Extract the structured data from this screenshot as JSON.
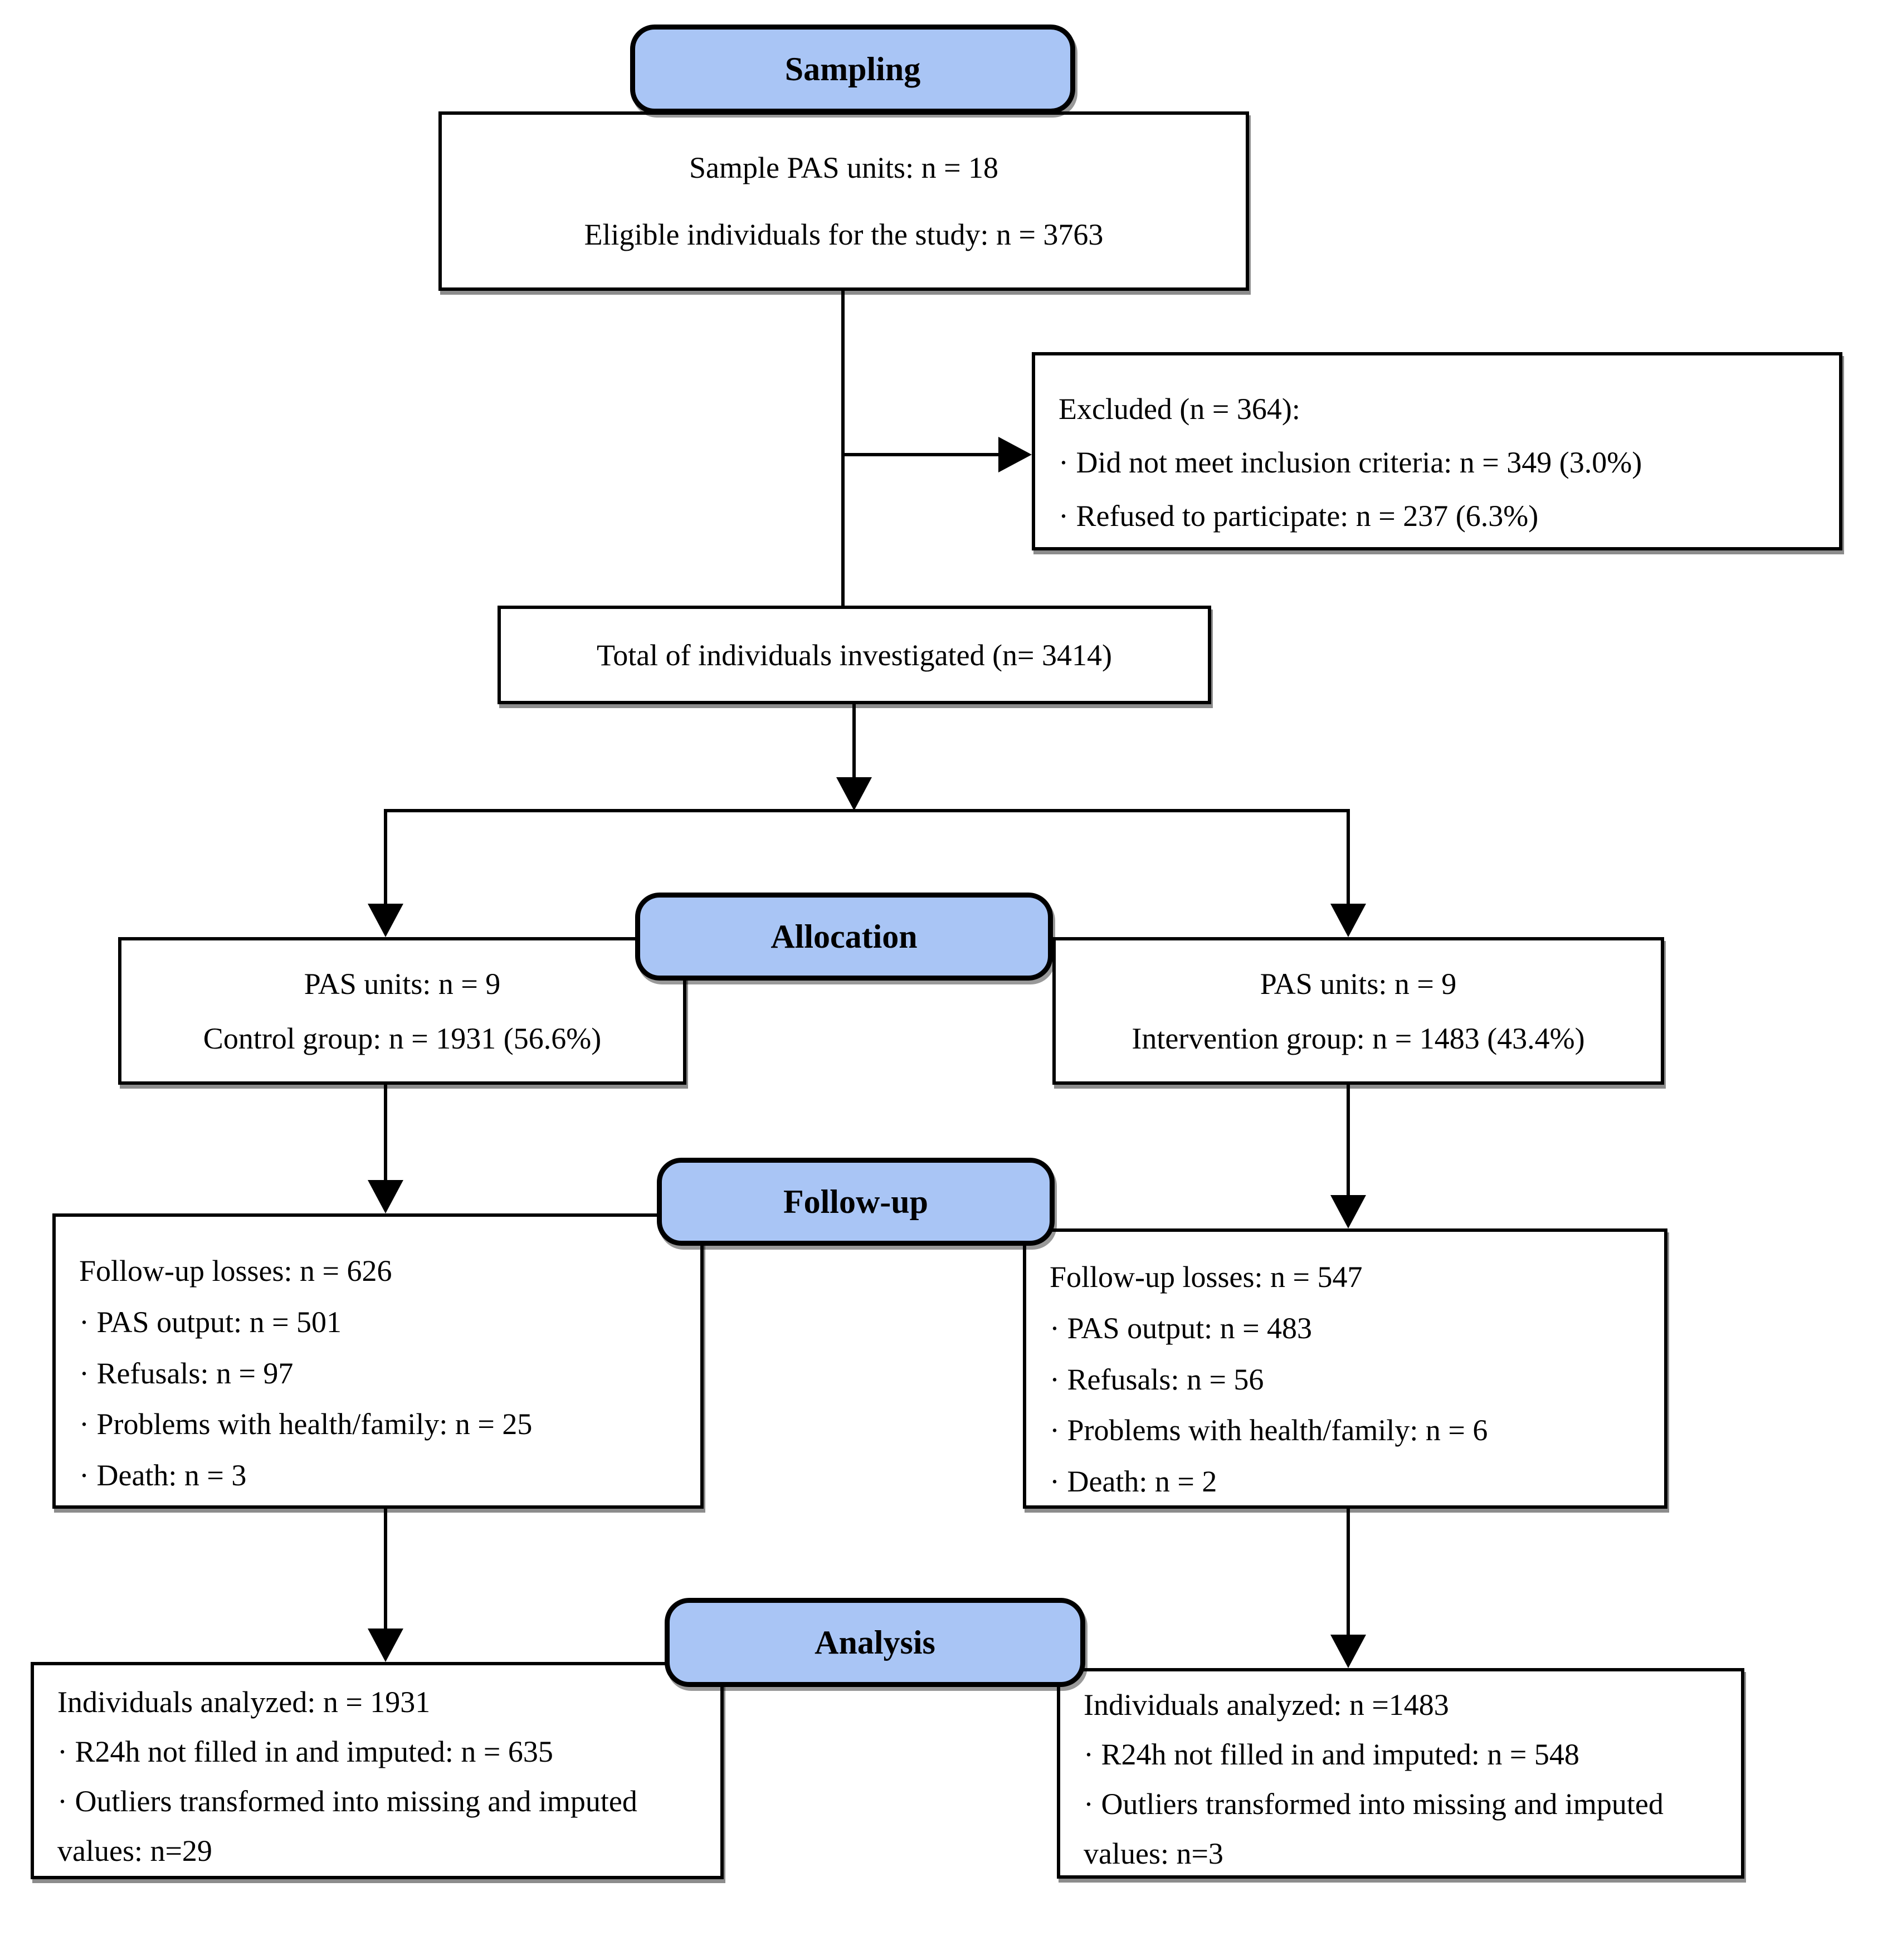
{
  "flowchart": {
    "stage_labels": {
      "sampling": "Sampling",
      "allocation": "Allocation",
      "followup": "Follow-up",
      "analysis": "Analysis"
    },
    "colors": {
      "stage_fill": "#a9c5f5",
      "stage_border": "#000000",
      "box_border": "#000000",
      "text": "#000000",
      "background": "#ffffff"
    },
    "sampling": {
      "sample_box": {
        "line1": "Sample PAS units: n = 18",
        "line2": "Eligible individuals for the study: n = 3763"
      },
      "excluded_box": {
        "title": "Excluded (n = 364):",
        "items": [
          "· Did not meet inclusion criteria: n = 349 (3.0%)",
          "· Refused to participate: n = 237 (6.3%)"
        ]
      },
      "total_box": {
        "text": "Total of individuals investigated (n= 3414)"
      }
    },
    "allocation": {
      "control": {
        "line1": "PAS units: n = 9",
        "line2": "Control group: n = 1931 (56.6%)"
      },
      "intervention": {
        "line1": "PAS units: n = 9",
        "line2": "Intervention group: n = 1483 (43.4%)"
      }
    },
    "followup": {
      "control": {
        "title": "Follow-up losses: n = 626",
        "items": [
          "· PAS output: n = 501",
          "· Refusals: n = 97",
          "· Problems with health/family: n = 25",
          "· Death: n = 3"
        ]
      },
      "intervention": {
        "title": "Follow-up losses: n = 547",
        "items": [
          "· PAS output: n = 483",
          "· Refusals: n = 56",
          "· Problems with health/family: n = 6",
          "· Death: n = 2"
        ]
      }
    },
    "analysis": {
      "control": {
        "title": "Individuals analyzed: n = 1931",
        "items": [
          "· R24h not filled in and imputed: n = 635",
          "· Outliers transformed into missing and imputed values: n=29"
        ]
      },
      "intervention": {
        "title": "Individuals analyzed: n =1483",
        "items": [
          "· R24h not filled in and imputed: n = 548",
          "· Outliers transformed into missing and imputed values: n=3"
        ]
      }
    }
  }
}
